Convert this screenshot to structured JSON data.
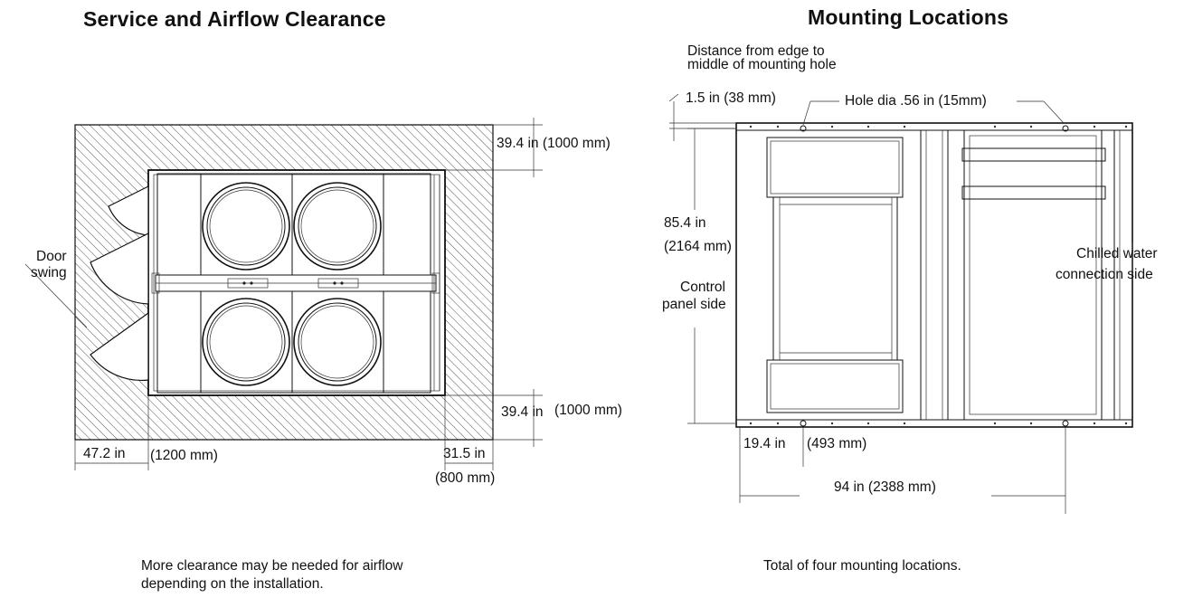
{
  "left_panel": {
    "title": "Service and Airflow Clearance",
    "labels": {
      "door_swing_1": "Door",
      "door_swing_2": "swing",
      "top_clearance": "39.4 in (1000 mm)",
      "bottom_clearance_in": "39.4 in",
      "bottom_clearance_mm": "(1000 mm)",
      "left_clearance_in": "47.2 in",
      "left_clearance_mm": "(1200 mm)",
      "right_clearance_in": "31.5 in",
      "right_clearance_mm": "(800 mm)"
    },
    "caption_1": "More clearance may be needed for airflow",
    "caption_2": "depending on the installation."
  },
  "right_panel": {
    "title": "Mounting Locations",
    "labels": {
      "edge_note_1": "Distance from edge to",
      "edge_note_2": "middle of mounting hole",
      "edge_distance": "1.5 in (38 mm)",
      "hole_diameter": "Hole dia .56 in (15mm)",
      "height_in": "85.4 in",
      "height_mm": "(2164 mm)",
      "control_1": "Control",
      "control_2": "panel side",
      "chilled_1": "Chilled water",
      "chilled_2": "connection side",
      "offset_in": "19.4 in",
      "offset_mm": "(493 mm)",
      "width": "94 in (2388 mm)"
    },
    "caption": "Total of four mounting locations."
  }
}
